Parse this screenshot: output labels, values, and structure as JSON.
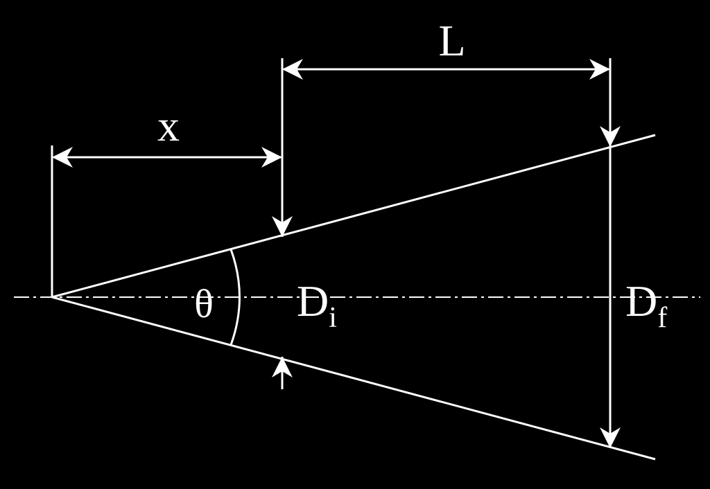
{
  "diagram": {
    "background_color": "#000000",
    "line_color": "#ffffff",
    "labels": {
      "length_L": "L",
      "distance_x": "x",
      "angle": "θ",
      "initial_diameter_base": "D",
      "initial_diameter_subscript": "i",
      "final_diameter_base": "D",
      "final_diameter_subscript": "f"
    }
  }
}
